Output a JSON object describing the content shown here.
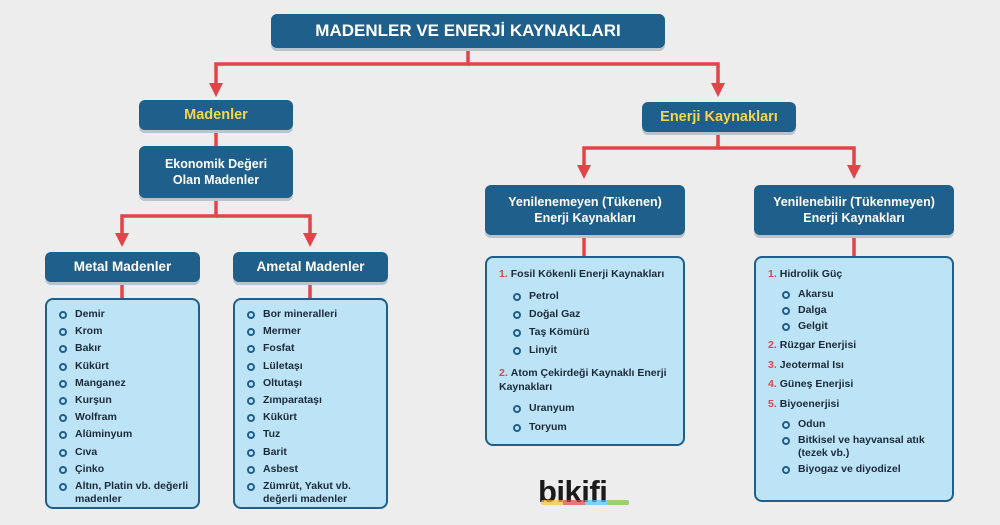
{
  "title": "MADENLER VE ENERJİ KAYNAKLARI",
  "madenler": {
    "label": "Madenler",
    "ekonomik_line1": "Ekonomik Değeri",
    "ekonomik_line2": "Olan Madenler",
    "metal": {
      "label": "Metal Madenler",
      "items": [
        "Demir",
        "Krom",
        "Bakır",
        "Kükürt",
        "Manganez",
        "Kurşun",
        "Wolfram",
        "Alüminyum",
        "Cıva",
        "Çinko",
        "Altın, Platin vb. değerli madenler"
      ]
    },
    "ametal": {
      "label": "Ametal Madenler",
      "items": [
        "Bor mineralleri",
        "Mermer",
        "Fosfat",
        "Lületaşı",
        "Oltutaşı",
        "Zımparataşı",
        "Kükürt",
        "Tuz",
        "Barit",
        "Asbest",
        "Zümrüt, Yakut vb. değerli madenler"
      ]
    }
  },
  "enerji": {
    "label": "Enerji Kaynakları",
    "tukenen": {
      "line1": "Yenilenemeyen (Tükenen)",
      "line2": "Enerji Kaynakları",
      "groups": [
        {
          "num": "1.",
          "title": "Fosil Kökenli Enerji Kaynakları",
          "items": [
            "Petrol",
            "Doğal Gaz",
            "Taş Kömürü",
            "Linyit"
          ]
        },
        {
          "num": "2.",
          "title": "Atom Çekirdeği Kaynaklı Enerji Kaynakları",
          "items": [
            "Uranyum",
            "Toryum"
          ]
        }
      ]
    },
    "tukenmeyen": {
      "line1": "Yenilenebilir (Tükenmeyen)",
      "line2": "Enerji Kaynakları",
      "groups": [
        {
          "num": "1.",
          "title": "Hidrolik Güç",
          "items": [
            "Akarsu",
            "Dalga",
            "Gelgit"
          ]
        },
        {
          "num": "2.",
          "title": "Rüzgar Enerjisi",
          "items": []
        },
        {
          "num": "3.",
          "title": "Jeotermal Isı",
          "items": []
        },
        {
          "num": "4.",
          "title": "Güneş Enerjisi",
          "items": []
        },
        {
          "num": "5.",
          "title": "Biyoenerjisi",
          "items": [
            "Odun",
            "Bitkisel ve hayvansal atık (tezek vb.)",
            "Biyogaz ve diyodizel"
          ]
        }
      ]
    }
  },
  "logo": "bikifi",
  "colors": {
    "box": "#1f5f8b",
    "panel": "#bde3f7",
    "connector": "#e0454a",
    "accent_text": "#f6d64a",
    "background": "#ededed"
  }
}
